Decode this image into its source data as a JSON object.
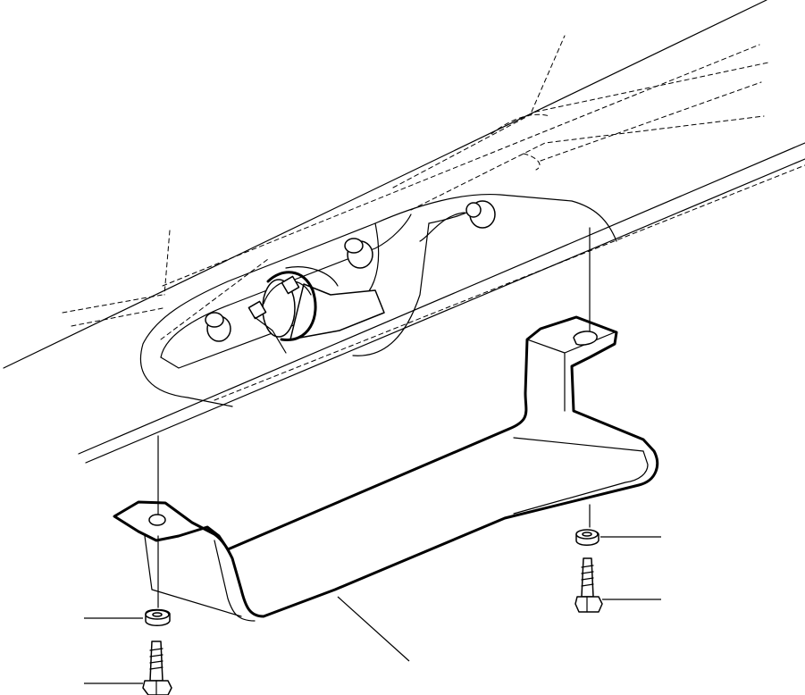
{
  "diagram": {
    "callouts": [
      {
        "id": "bracket"
      },
      {
        "id": "washer-right"
      },
      {
        "id": "bolt-right"
      },
      {
        "id": "washer-left"
      },
      {
        "id": "bolt-left"
      }
    ]
  }
}
